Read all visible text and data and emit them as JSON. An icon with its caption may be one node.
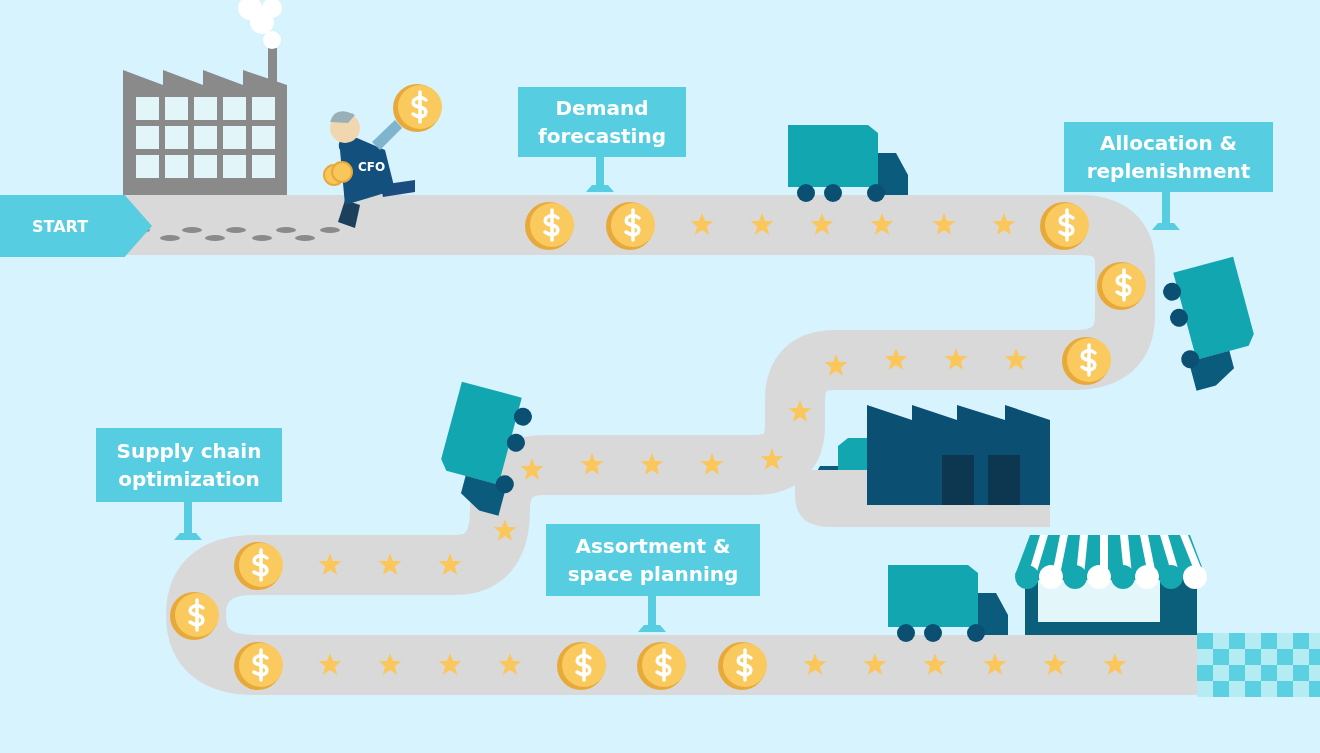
{
  "diagram": {
    "nodes": [
      {
        "text": [
          "START"
        ]
      },
      {
        "text": [
          "Demand forecasting"
        ]
      },
      {
        "text": [
          "Allocation & replenishment"
        ]
      },
      {
        "text": [
          "Supply chain optimization"
        ]
      },
      {
        "text": [
          "Assortment & space planning"
        ]
      }
    ],
    "labels": [
      "CFO"
    ]
  }
}
